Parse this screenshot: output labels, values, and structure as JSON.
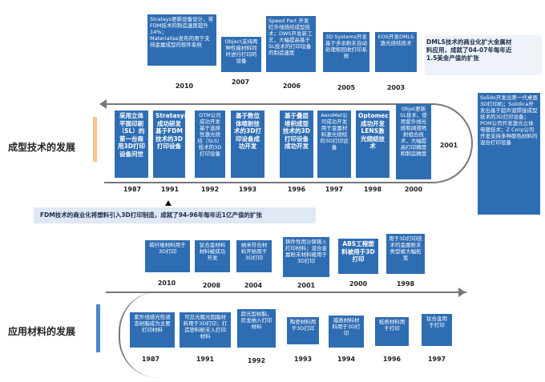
{
  "sections": {
    "forming": "成型技术的发展",
    "materials": "应用材料的发展"
  },
  "notes": {
    "dmls": "DMLS技术的商业化扩大金属材\n料应用，成就了04-07年每年近\n1.5美金产值的扩张",
    "fdm": "FDM技术的商业化将塑料引入3D打印制造，成就了94-96年每年近1亿产值的扩张",
    "solido": "Solido开发出第一代桌面3D打印机；Solidica开发出基于超声波焊接成型技术的3D打印设备；POM公司开发激光立体电镀技术；Z Corp公司开发支持多种颜色材料的混合打印设备"
  },
  "forming": {
    "top": [
      {
        "text": "Stratays更新设备设计，将FDM技术的制造速度提升14%；\nMaterialise发布的用于支持金属成型的软件系统",
        "year": "2010"
      },
      {
        "text": "Object支持两种性能材料同时进行打印的设备",
        "year": "2007"
      },
      {
        "text": "Speed Part 开发红外线烧结成型技术；DWS开发新工艺，大幅提高基于SL技术的打印设备的制造速度",
        "year": "2006"
      },
      {
        "text": "3D Systems开发基于多余粉末自动处理和回收打印系统",
        "year": "2005"
      },
      {
        "text": "EOS开发DMLS激光烧结技术",
        "year": "2003"
      }
    ],
    "year2001": "2001",
    "bottom": [
      {
        "text": "采用立体平面印刷（SL）的第一台商用3D打印设备问世",
        "year": "1987"
      },
      {
        "text": "Stratasys成功研发基于FDM技术的3D打印设备",
        "year": "1991"
      },
      {
        "text": "DTM公司成功开发基于选择性激光烧结（SLS）技术的3D打印设备",
        "year": "1992"
      },
      {
        "text": "基于数位体喷射技术的3D打印设备成功开发",
        "year": "1993"
      },
      {
        "text": "基于叠层堆积成型技术的3D打印设备成功开发",
        "year": "1996"
      },
      {
        "text": "AeroMet公司成功开发用于金属材料激光烧结的3D打印设备",
        "year": "1997"
      },
      {
        "text": "Optomec成功开发LENS激光烧结技术",
        "year": "1998"
      },
      {
        "text": "Objet更新SL技术，使用紫外线光感和阔液喷射组合技术，大幅提高打印精度和制造精度",
        "year": "2000"
      }
    ]
  },
  "materials": {
    "top": [
      {
        "text": "碳纤维材料用于3D打印",
        "year": "2010"
      },
      {
        "text": "钛合金材料材料被成功开发",
        "year": "2008"
      },
      {
        "text": "纳米符合材料开始用于3D打印",
        "year": "2004"
      },
      {
        "text": "铸件性用沙铸铸入打印材料；混合金属粉末材料被用于3D打印",
        "year": "2001"
      },
      {
        "text": "ABS工程塑料被用于3D打印",
        "year": "2000"
      },
      {
        "text": "用于3D打印技术的金属粉末类型被大幅拓宽",
        "year": "1998"
      }
    ],
    "bottom": [
      {
        "text": "紫外线感光性液态树脂成为主要打印材料",
        "year": "1987"
      },
      {
        "text": "可见光膜光固脂材料用于3D打印；打造塑料粉末入打印材料",
        "year": "1991"
      },
      {
        "text": "超光型树脂，尼龙纳入打印材料",
        "year": "1992"
      },
      {
        "text": "陶瓷材料用于3D打印",
        "year": "1993"
      },
      {
        "text": "蜡质材料材料用于3D打印",
        "year": "1994"
      },
      {
        "text": "纸质材料用于打印",
        "year": "1996"
      },
      {
        "text": "钛合金用于打印",
        "year": "1997"
      }
    ]
  },
  "colors": {
    "box": "#2f6db3",
    "note_band": "#dfe8f4",
    "accent_orange": "#f1b45c",
    "accent_blue": "#4a86c8"
  }
}
